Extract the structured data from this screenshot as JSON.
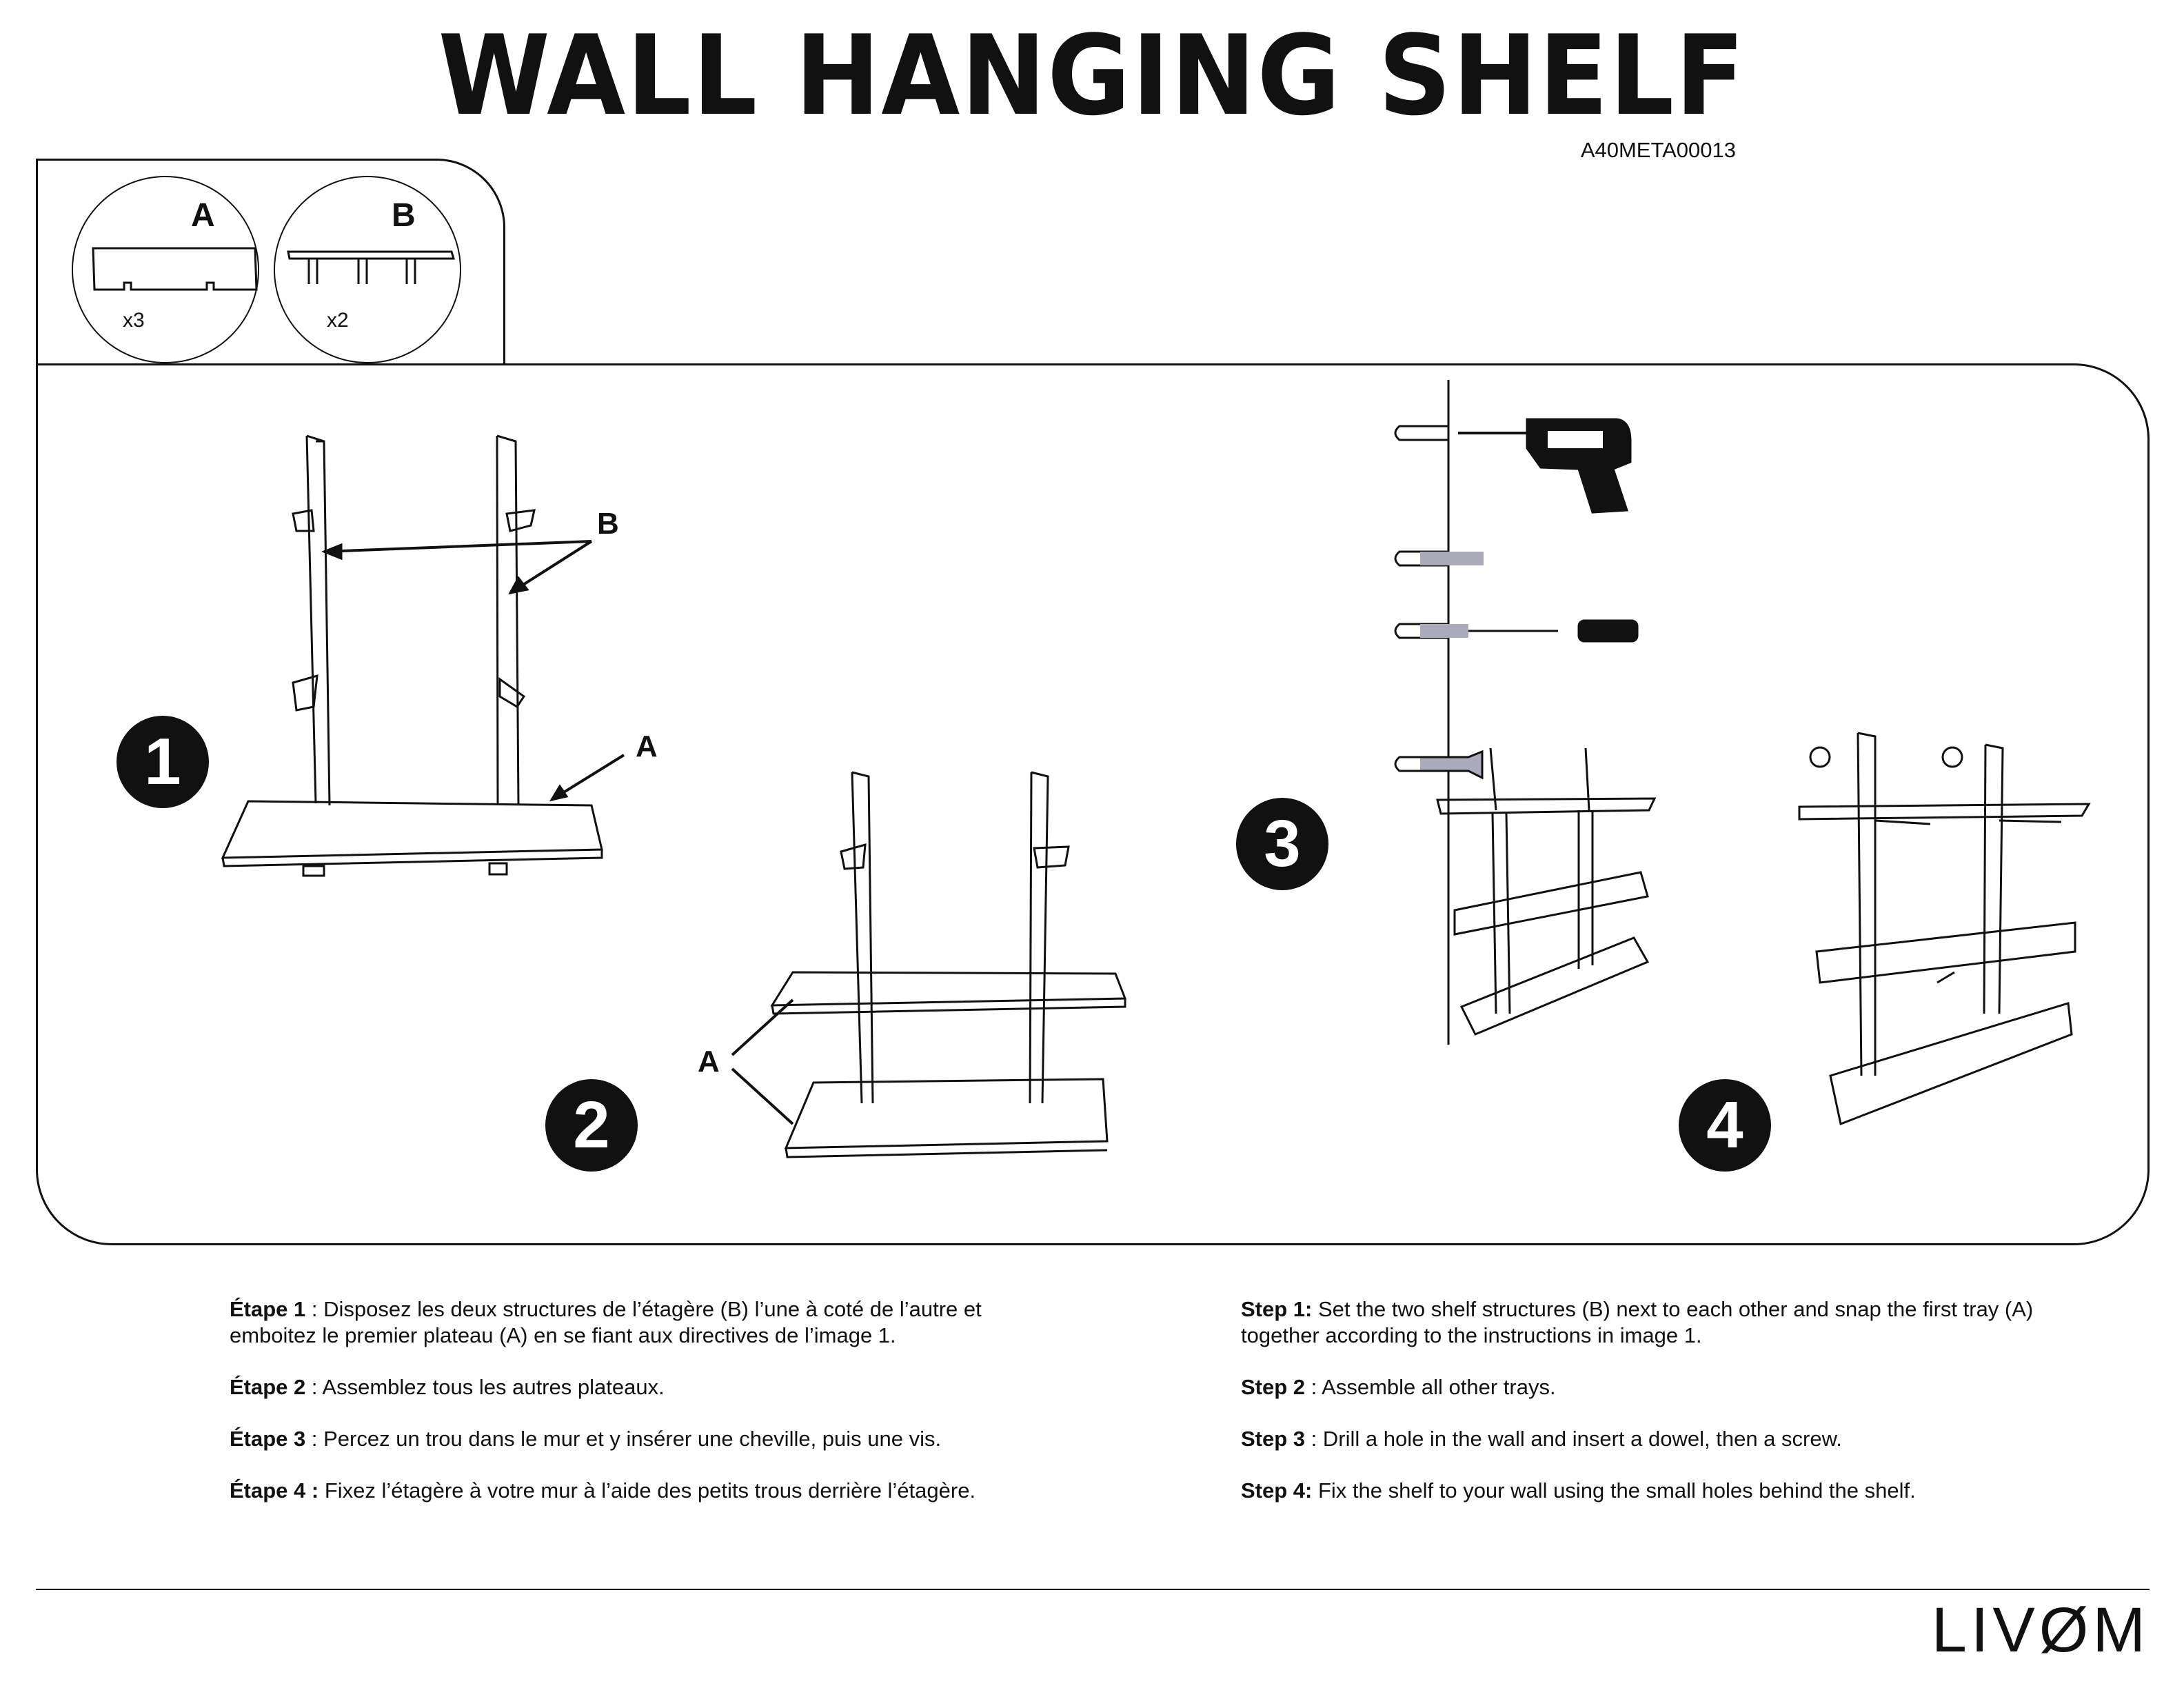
{
  "header": {
    "title": "WALL HANGING SHELF",
    "product_code": "A40META00013"
  },
  "parts": [
    {
      "label": "A",
      "qty": "x3"
    },
    {
      "label": "B",
      "qty": "x2"
    }
  ],
  "steps_badges": [
    "1",
    "2",
    "3",
    "4"
  ],
  "callouts": {
    "b_step1": "B",
    "a_step1": "A",
    "a_step2": "A"
  },
  "instructions_fr": [
    {
      "head": "Étape 1",
      "sep": " : ",
      "text": "Disposez les deux structures de l’étagère (B) l’une à coté de l’autre et emboitez le premier plateau (A) en se fiant aux directives de l’image 1."
    },
    {
      "head": "Étape 2",
      "sep": " : ",
      "text": "Assemblez tous les autres plateaux."
    },
    {
      "head": "Étape 3",
      "sep": " : ",
      "text": "Percez un trou dans le mur et y insérer une cheville, puis une vis."
    },
    {
      "head": "Étape 4 :",
      "sep": " ",
      "text": "Fixez l’étagère à votre mur à l’aide des petits trous derrière l’étagère."
    }
  ],
  "instructions_en": [
    {
      "head": "Step 1:",
      "sep": "  ",
      "text": "Set the two shelf structures (B) next to each other and snap the first tray (A) together according to the instructions in image 1."
    },
    {
      "head": "Step 2",
      "sep": " : ",
      "text": "Assemble all other trays."
    },
    {
      "head": "Step 3",
      "sep": " :  ",
      "text": "Drill a hole in the wall and insert a dowel, then a screw."
    },
    {
      "head": "Step 4:",
      "sep": " ",
      "text": "Fix the shelf to your wall using the small holes behind the shelf."
    }
  ],
  "footer": {
    "brand": "LIVØM"
  }
}
